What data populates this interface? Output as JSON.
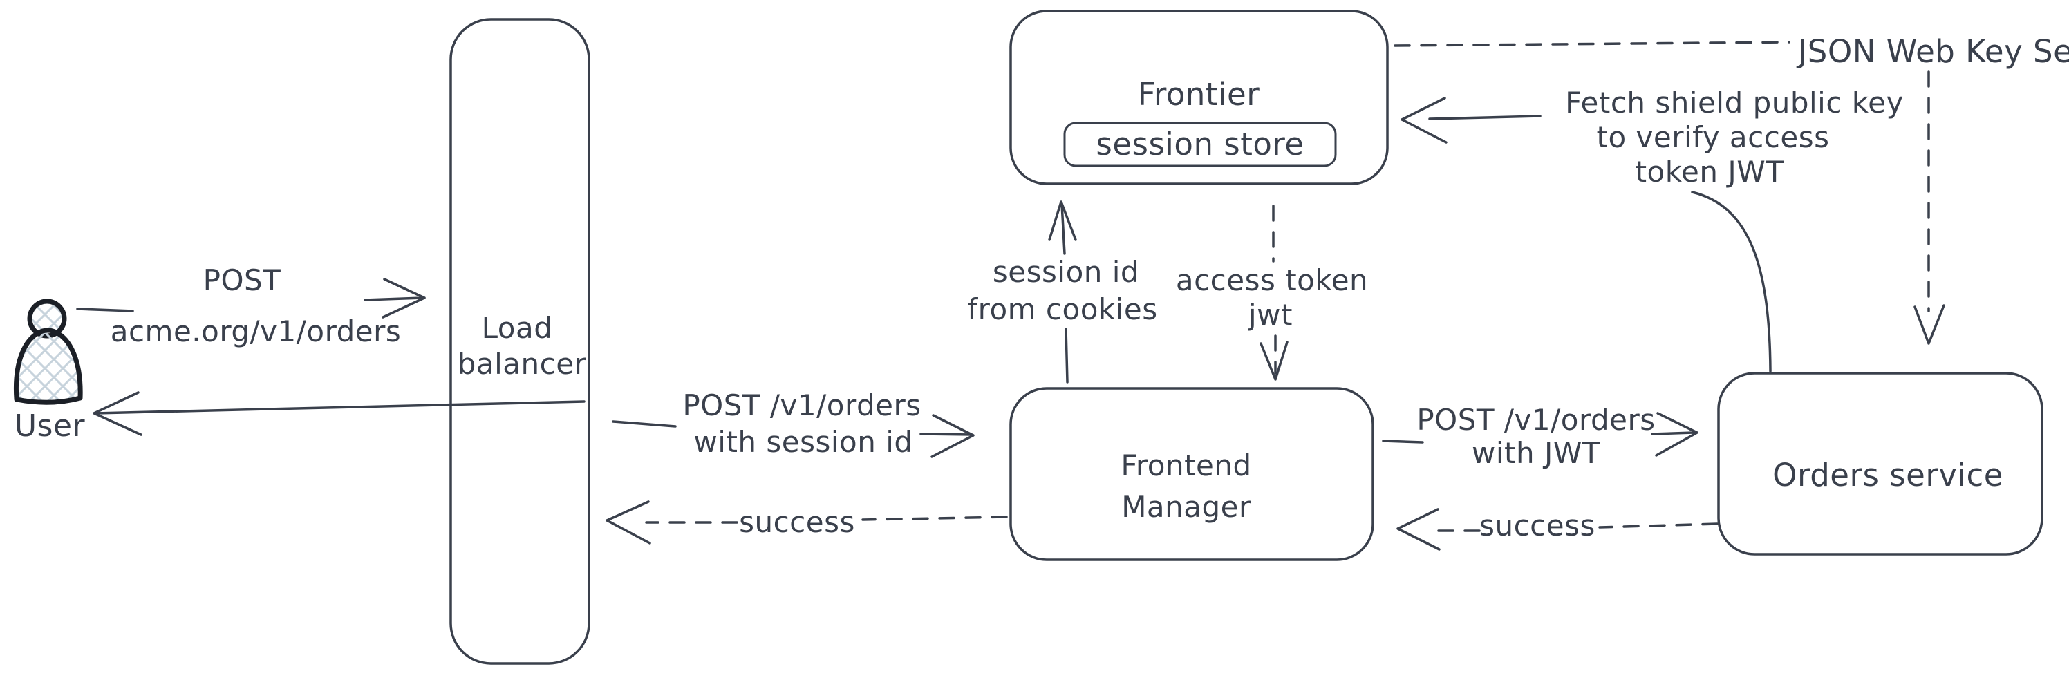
{
  "diagram": {
    "colors": {
      "ink": "#3a404c",
      "user_icon_stroke": "#1b1f26",
      "crosshatch_fill": "#c7d3dc",
      "background": "#ffffff"
    },
    "nodes": {
      "user": {
        "label": "User"
      },
      "load_balancer": {
        "label_lines": [
          "Load",
          "balancer"
        ]
      },
      "frontier": {
        "label": "Frontier"
      },
      "session_store": {
        "label": "session store"
      },
      "frontend_manager": {
        "label_lines": [
          "Frontend",
          "Manager"
        ]
      },
      "orders_service": {
        "label": "Orders service"
      },
      "jwks": {
        "label": "JSON Web Key Set"
      }
    },
    "edges": {
      "user_to_lb": {
        "style": "solid",
        "label_lines": [
          "POST",
          "acme.org/v1/orders"
        ]
      },
      "lb_to_user": {
        "style": "solid",
        "label_lines": []
      },
      "lb_to_fm": {
        "style": "solid",
        "label_lines": [
          "POST /v1/orders",
          "with session id"
        ]
      },
      "fm_to_lb": {
        "style": "dashed",
        "label": "success"
      },
      "fm_to_frontier": {
        "style": "solid",
        "label_lines": [
          "session id",
          "from cookies"
        ]
      },
      "frontier_to_fm": {
        "style": "dashed",
        "label_lines": [
          "access token",
          "jwt"
        ]
      },
      "fm_to_orders": {
        "style": "solid",
        "label_lines": [
          "POST /v1/orders",
          "with JWT"
        ]
      },
      "orders_to_fm": {
        "style": "dashed",
        "label": "success"
      },
      "orders_to_frontier": {
        "style": "solid",
        "label_lines": [
          "Fetch shield public key",
          "to verify access",
          "token JWT"
        ]
      },
      "frontier_to_jwks": {
        "style": "dashed",
        "label_lines": []
      },
      "jwks_to_orders": {
        "style": "dashed",
        "label_lines": []
      }
    }
  }
}
